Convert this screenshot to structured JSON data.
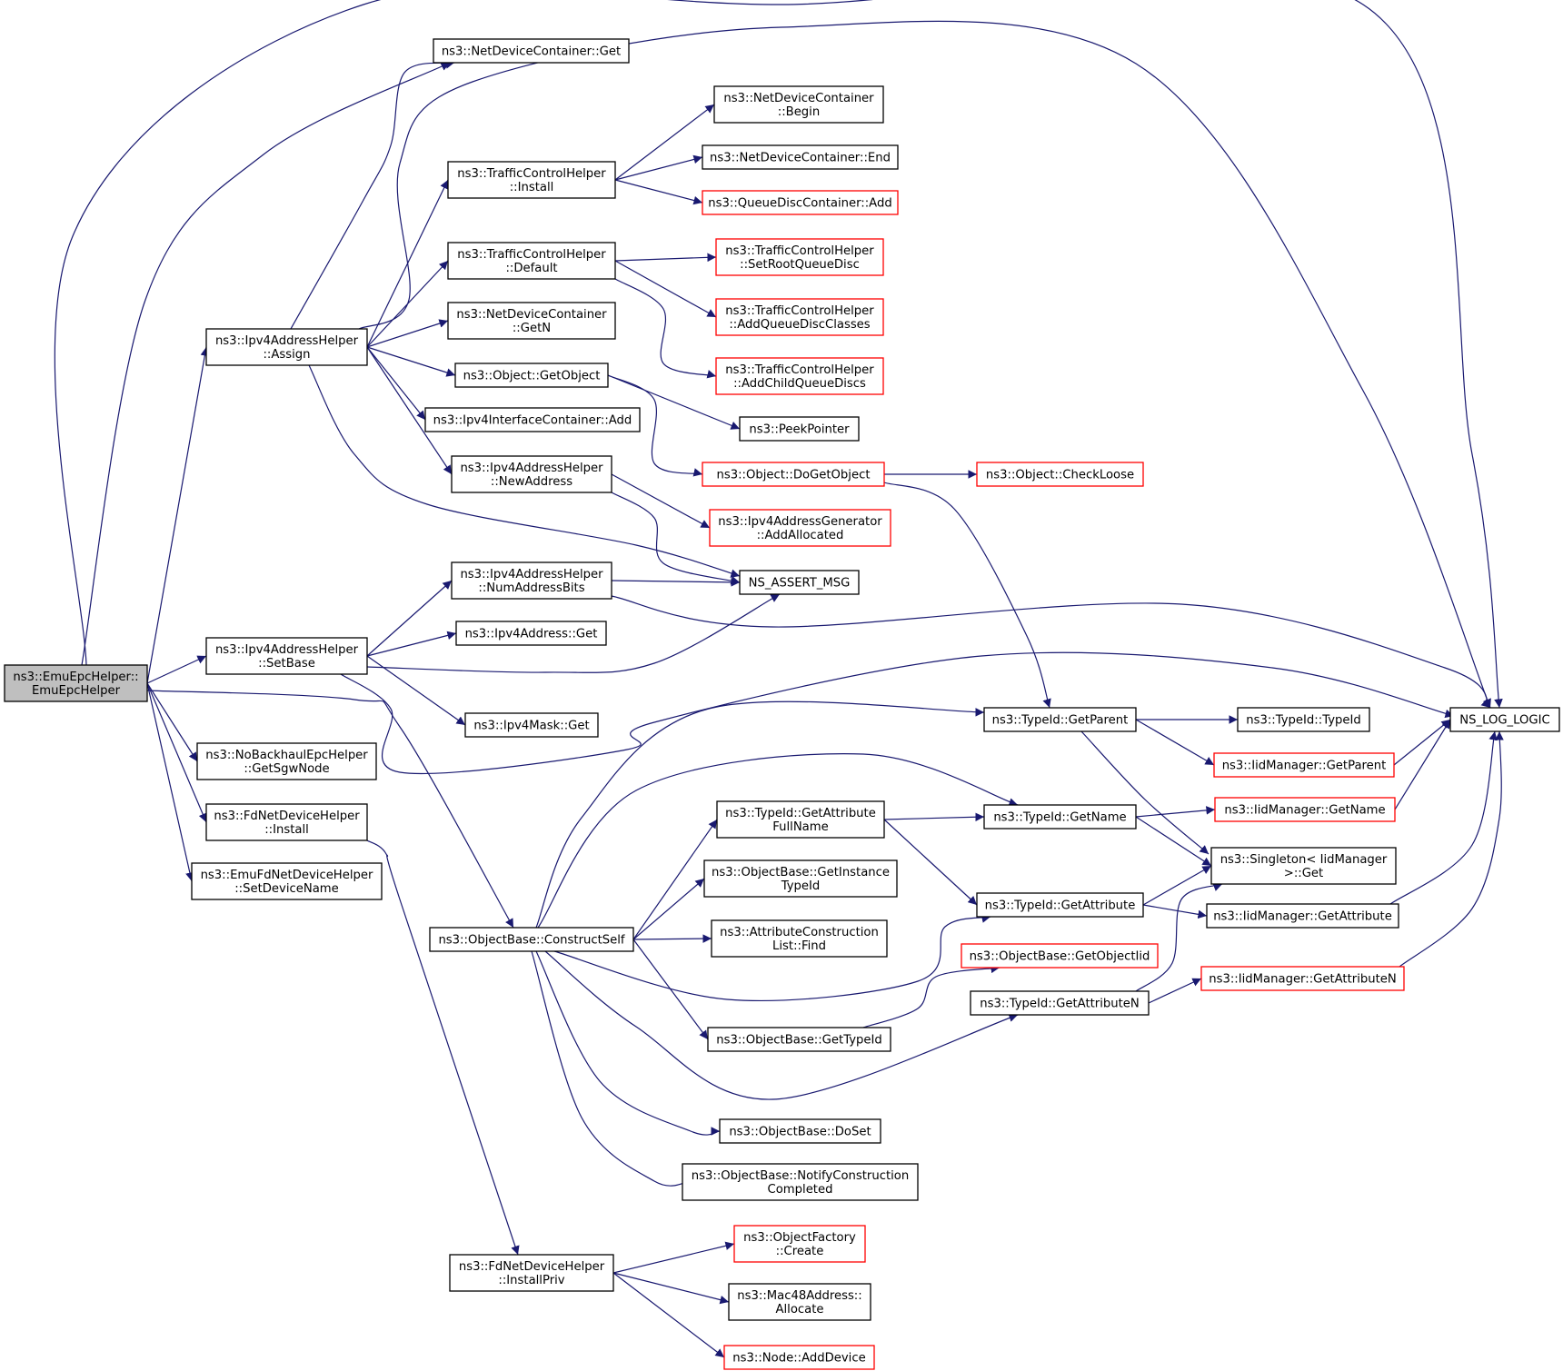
{
  "colors": {
    "edge": "#191970",
    "box_border": "#000000",
    "incomplete_border": "#ff0000",
    "root_fill": "#bfbfbf",
    "box_fill": "#ffffff"
  },
  "nodes": [
    {
      "id": "root",
      "lines": [
        "ns3::EmuEpcHelper::",
        "EmuEpcHelper"
      ],
      "kind": "root"
    },
    {
      "id": "ndc_get",
      "lines": [
        "ns3::NetDeviceContainer::Get"
      ],
      "kind": "normal"
    },
    {
      "id": "assign",
      "lines": [
        "ns3::Ipv4AddressHelper",
        "::Assign"
      ],
      "kind": "normal"
    },
    {
      "id": "ndc_begin",
      "lines": [
        "ns3::NetDeviceContainer",
        "::Begin"
      ],
      "kind": "normal"
    },
    {
      "id": "ndc_end",
      "lines": [
        "ns3::NetDeviceContainer::End"
      ],
      "kind": "normal"
    },
    {
      "id": "qdc_add",
      "lines": [
        "ns3::QueueDiscContainer::Add"
      ],
      "kind": "incomplete"
    },
    {
      "id": "tch_install",
      "lines": [
        "ns3::TrafficControlHelper",
        "::Install"
      ],
      "kind": "normal"
    },
    {
      "id": "tch_default",
      "lines": [
        "ns3::TrafficControlHelper",
        "::Default"
      ],
      "kind": "normal"
    },
    {
      "id": "tch_setroot",
      "lines": [
        "ns3::TrafficControlHelper",
        "::SetRootQueueDisc"
      ],
      "kind": "incomplete"
    },
    {
      "id": "tch_addclasses",
      "lines": [
        "ns3::TrafficControlHelper",
        "::AddQueueDiscClasses"
      ],
      "kind": "incomplete"
    },
    {
      "id": "tch_addchild",
      "lines": [
        "ns3::TrafficControlHelper",
        "::AddChildQueueDiscs"
      ],
      "kind": "incomplete"
    },
    {
      "id": "ndc_getn",
      "lines": [
        "ns3::NetDeviceContainer",
        "::GetN"
      ],
      "kind": "normal"
    },
    {
      "id": "obj_getobject",
      "lines": [
        "ns3::Object::GetObject"
      ],
      "kind": "normal"
    },
    {
      "id": "peekpointer",
      "lines": [
        "ns3::PeekPointer"
      ],
      "kind": "normal"
    },
    {
      "id": "ipv4ic_add",
      "lines": [
        "ns3::Ipv4InterfaceContainer::Add"
      ],
      "kind": "normal"
    },
    {
      "id": "obj_dogetobject",
      "lines": [
        "ns3::Object::DoGetObject"
      ],
      "kind": "incomplete"
    },
    {
      "id": "obj_checkloose",
      "lines": [
        "ns3::Object::CheckLoose"
      ],
      "kind": "incomplete"
    },
    {
      "id": "newaddress",
      "lines": [
        "ns3::Ipv4AddressHelper",
        "::NewAddress"
      ],
      "kind": "normal"
    },
    {
      "id": "gen_addalloc",
      "lines": [
        "ns3::Ipv4AddressGenerator",
        "::AddAllocated"
      ],
      "kind": "incomplete"
    },
    {
      "id": "numaddrbits",
      "lines": [
        "ns3::Ipv4AddressHelper",
        "::NumAddressBits"
      ],
      "kind": "normal"
    },
    {
      "id": "ns_assert",
      "lines": [
        "NS_ASSERT_MSG"
      ],
      "kind": "normal"
    },
    {
      "id": "ipv4addr_get",
      "lines": [
        "ns3::Ipv4Address::Get"
      ],
      "kind": "normal"
    },
    {
      "id": "setbase",
      "lines": [
        "ns3::Ipv4AddressHelper",
        "::SetBase"
      ],
      "kind": "normal"
    },
    {
      "id": "ipv4mask_get",
      "lines": [
        "ns3::Ipv4Mask::Get"
      ],
      "kind": "normal"
    },
    {
      "id": "typeid_getparent",
      "lines": [
        "ns3::TypeId::GetParent"
      ],
      "kind": "normal"
    },
    {
      "id": "typeid_typeid",
      "lines": [
        "ns3::TypeId::TypeId"
      ],
      "kind": "normal"
    },
    {
      "id": "ns_log_logic",
      "lines": [
        "NS_LOG_LOGIC"
      ],
      "kind": "normal"
    },
    {
      "id": "iid_getparent",
      "lines": [
        "ns3::IidManager::GetParent"
      ],
      "kind": "incomplete"
    },
    {
      "id": "nobackhaul_getsgw",
      "lines": [
        "ns3::NoBackhaulEpcHelper",
        "::GetSgwNode"
      ],
      "kind": "normal"
    },
    {
      "id": "fdnd_install",
      "lines": [
        "ns3::FdNetDeviceHelper",
        "::Install"
      ],
      "kind": "normal"
    },
    {
      "id": "emufd_setdevname",
      "lines": [
        "ns3::EmuFdNetDeviceHelper",
        "::SetDeviceName"
      ],
      "kind": "normal"
    },
    {
      "id": "typeid_getattrfullname",
      "lines": [
        "ns3::TypeId::GetAttribute",
        "FullName"
      ],
      "kind": "normal"
    },
    {
      "id": "typeid_getname",
      "lines": [
        "ns3::TypeId::GetName"
      ],
      "kind": "normal"
    },
    {
      "id": "iid_getname",
      "lines": [
        "ns3::IidManager::GetName"
      ],
      "kind": "incomplete"
    },
    {
      "id": "singleton_get",
      "lines": [
        "ns3::Singleton< IidManager",
        ">::Get"
      ],
      "kind": "normal"
    },
    {
      "id": "ob_getinstancetypeid",
      "lines": [
        "ns3::ObjectBase::GetInstance",
        "TypeId"
      ],
      "kind": "normal"
    },
    {
      "id": "typeid_getattribute",
      "lines": [
        "ns3::TypeId::GetAttribute"
      ],
      "kind": "normal"
    },
    {
      "id": "iid_getattribute",
      "lines": [
        "ns3::IidManager::GetAttribute"
      ],
      "kind": "normal"
    },
    {
      "id": "ob_constructself",
      "lines": [
        "ns3::ObjectBase::ConstructSelf"
      ],
      "kind": "normal"
    },
    {
      "id": "acl_find",
      "lines": [
        "ns3::AttributeConstruction",
        "List::Find"
      ],
      "kind": "normal"
    },
    {
      "id": "ob_getobjectiid",
      "lines": [
        "ns3::ObjectBase::GetObjectIid"
      ],
      "kind": "incomplete"
    },
    {
      "id": "typeid_getattributen",
      "lines": [
        "ns3::TypeId::GetAttributeN"
      ],
      "kind": "normal"
    },
    {
      "id": "iid_getattributen",
      "lines": [
        "ns3::IidManager::GetAttributeN"
      ],
      "kind": "incomplete"
    },
    {
      "id": "ob_gettypeid",
      "lines": [
        "ns3::ObjectBase::GetTypeId"
      ],
      "kind": "normal"
    },
    {
      "id": "ob_doset",
      "lines": [
        "ns3::ObjectBase::DoSet"
      ],
      "kind": "normal"
    },
    {
      "id": "ob_notify",
      "lines": [
        "ns3::ObjectBase::NotifyConstruction",
        "Completed"
      ],
      "kind": "normal"
    },
    {
      "id": "objfactory_create",
      "lines": [
        "ns3::ObjectFactory",
        "::Create"
      ],
      "kind": "incomplete"
    },
    {
      "id": "fdnd_installpriv",
      "lines": [
        "ns3::FdNetDeviceHelper",
        "::InstallPriv"
      ],
      "kind": "normal"
    },
    {
      "id": "mac48_allocate",
      "lines": [
        "ns3::Mac48Address::",
        "Allocate"
      ],
      "kind": "normal"
    },
    {
      "id": "node_adddevice",
      "lines": [
        "ns3::Node::AddDevice"
      ],
      "kind": "incomplete"
    }
  ],
  "edges": [
    [
      "root",
      "ndc_get"
    ],
    [
      "root",
      "assign"
    ],
    [
      "root",
      "ns_log_logic"
    ],
    [
      "root",
      "setbase"
    ],
    [
      "root",
      "nobackhaul_getsgw"
    ],
    [
      "root",
      "fdnd_install"
    ],
    [
      "root",
      "emufd_setdevname"
    ],
    [
      "root",
      "ob_constructself"
    ],
    [
      "assign",
      "ndc_get"
    ],
    [
      "assign",
      "tch_install"
    ],
    [
      "assign",
      "tch_default"
    ],
    [
      "assign",
      "ndc_getn"
    ],
    [
      "assign",
      "obj_getobject"
    ],
    [
      "assign",
      "ipv4ic_add"
    ],
    [
      "assign",
      "newaddress"
    ],
    [
      "assign",
      "ns_assert"
    ],
    [
      "assign",
      "ns_log_logic"
    ],
    [
      "tch_install",
      "ndc_begin"
    ],
    [
      "tch_install",
      "ndc_end"
    ],
    [
      "tch_install",
      "qdc_add"
    ],
    [
      "tch_default",
      "tch_setroot"
    ],
    [
      "tch_default",
      "tch_addclasses"
    ],
    [
      "tch_default",
      "tch_addchild"
    ],
    [
      "obj_getobject",
      "peekpointer"
    ],
    [
      "obj_getobject",
      "obj_dogetobject"
    ],
    [
      "obj_dogetobject",
      "obj_checkloose"
    ],
    [
      "obj_dogetobject",
      "typeid_getparent"
    ],
    [
      "newaddress",
      "gen_addalloc"
    ],
    [
      "newaddress",
      "ns_assert"
    ],
    [
      "numaddrbits",
      "ns_assert"
    ],
    [
      "numaddrbits",
      "ns_log_logic"
    ],
    [
      "setbase",
      "numaddrbits"
    ],
    [
      "setbase",
      "ipv4addr_get"
    ],
    [
      "setbase",
      "ns_assert"
    ],
    [
      "setbase",
      "ipv4mask_get"
    ],
    [
      "setbase",
      "ns_log_logic"
    ],
    [
      "typeid_getparent",
      "typeid_typeid"
    ],
    [
      "typeid_getparent",
      "iid_getparent"
    ],
    [
      "typeid_getparent",
      "singleton_get"
    ],
    [
      "iid_getparent",
      "ns_log_logic"
    ],
    [
      "iid_getname",
      "ns_log_logic"
    ],
    [
      "iid_getattribute",
      "ns_log_logic"
    ],
    [
      "iid_getattributen",
      "ns_log_logic"
    ],
    [
      "typeid_getname",
      "iid_getname"
    ],
    [
      "typeid_getname",
      "singleton_get"
    ],
    [
      "typeid_getattrfullname",
      "typeid_getname"
    ],
    [
      "typeid_getattrfullname",
      "typeid_getattribute"
    ],
    [
      "typeid_getattribute",
      "singleton_get"
    ],
    [
      "typeid_getattribute",
      "iid_getattribute"
    ],
    [
      "typeid_getattributen",
      "singleton_get"
    ],
    [
      "typeid_getattributen",
      "iid_getattributen"
    ],
    [
      "ob_constructself",
      "typeid_getparent"
    ],
    [
      "ob_constructself",
      "typeid_getname"
    ],
    [
      "ob_constructself",
      "typeid_getattrfullname"
    ],
    [
      "ob_constructself",
      "ob_getinstancetypeid"
    ],
    [
      "ob_constructself",
      "acl_find"
    ],
    [
      "ob_constructself",
      "typeid_getattribute"
    ],
    [
      "ob_constructself",
      "ob_gettypeid"
    ],
    [
      "ob_constructself",
      "typeid_getattributen"
    ],
    [
      "ob_constructself",
      "ob_doset"
    ],
    [
      "ob_constructself",
      "ob_notify"
    ],
    [
      "ob_gettypeid",
      "ob_getobjectiid"
    ],
    [
      "fdnd_install",
      "fdnd_installpriv"
    ],
    [
      "fdnd_installpriv",
      "objfactory_create"
    ],
    [
      "fdnd_installpriv",
      "mac48_allocate"
    ],
    [
      "fdnd_installpriv",
      "node_adddevice"
    ]
  ]
}
